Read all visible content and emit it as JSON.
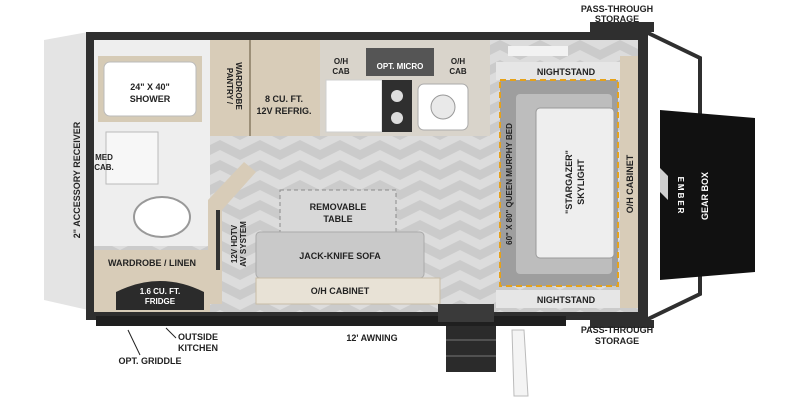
{
  "labels": {
    "pass_through_top": [
      "PASS-THROUGH",
      "STORAGE"
    ],
    "pass_through_bottom": [
      "PASS-THROUGH",
      "STORAGE"
    ],
    "accessory_receiver": "2\" ACCESSORY RECEIVER",
    "shower": [
      "24\" X 40\"",
      "SHOWER"
    ],
    "pantry": [
      "PANTRY /",
      "WARDROBE"
    ],
    "refrig": [
      "8 CU. FT.",
      "12V REFRIG."
    ],
    "oh_cab_left": [
      "O/H",
      "CAB"
    ],
    "opt_micro": "OPT. MICRO",
    "oh_cab_right": [
      "O/H",
      "CAB"
    ],
    "nightstand_top": "NIGHTSTAND",
    "nightstand_bottom": "NIGHTSTAND",
    "murphy_bed": "60\" X 80\" QUEEN MURPHY BED",
    "skylight": [
      "\"STARGAZER\"",
      "SKYLIGHT"
    ],
    "oh_cabinet_right": "O/H CABINET",
    "gear_box": "GEAR BOX",
    "brand": "EMBER",
    "med_cab": [
      "MED",
      "CAB."
    ],
    "removable_table": [
      "REMOVABLE",
      "TABLE"
    ],
    "hdtv": [
      "12V HDTV",
      "AV SYSTEM"
    ],
    "sofa": "JACK-KNIFE SOFA",
    "oh_cabinet_bottom": "O/H CABINET",
    "wardrobe_linen": "WARDROBE / LINEN",
    "fridge": [
      "1.6 CU. FT.",
      "FRIDGE"
    ],
    "outside_kitchen": [
      "OUTSIDE",
      "KITCHEN"
    ],
    "awning": "12' AWNING",
    "opt_griddle": "OPT. GRIDDLE"
  },
  "colors": {
    "floor": "#d9d9d9",
    "cabinet": "#d8ccb8",
    "counter": "#cfcfcf",
    "wall": "#3a3a3a",
    "sofa": "#c8c8c8",
    "bed_frame": "#9a9a9a",
    "nightstand_line": "#e6a21a",
    "gear_box": "#111111"
  }
}
